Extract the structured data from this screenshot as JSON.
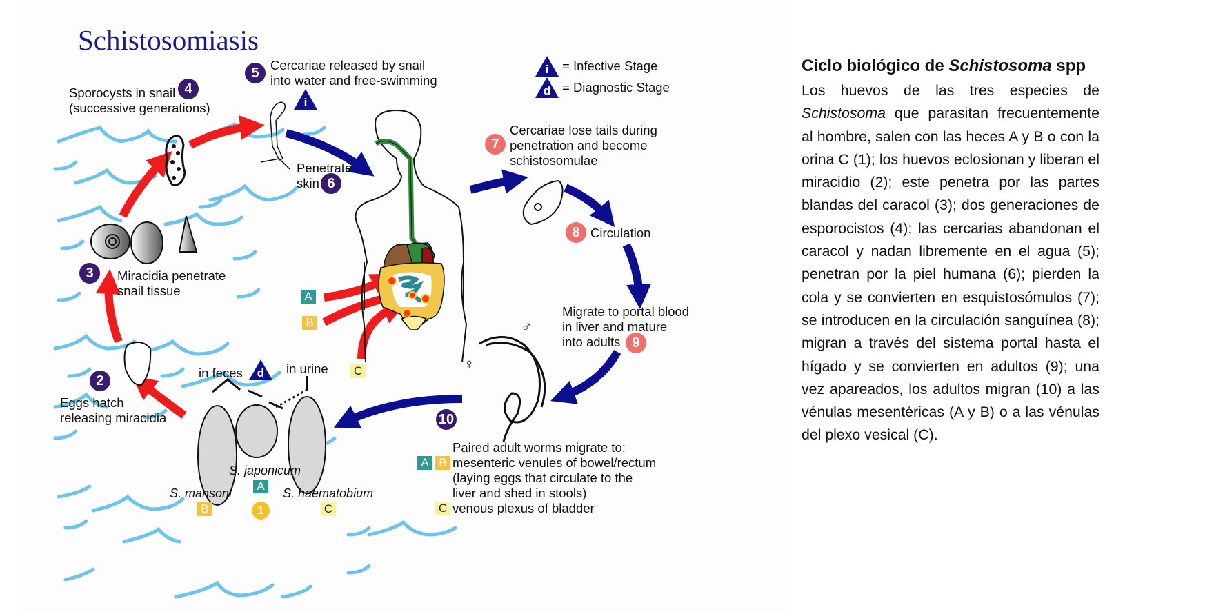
{
  "figure": {
    "title": "Schistosomiasis",
    "colors": {
      "water": "#6cc3ec",
      "red_arrow": "#ee1c1c",
      "blue_arrow": "#0b0f8f",
      "step_purple": "#3a1a6e",
      "step_pink": "#ef6f6c",
      "step_gold": "#f5c023",
      "tag_a": "#2e9a96",
      "tag_b": "#f6c142",
      "tag_c": "#fbf39b",
      "stage_triangle": "#10128a"
    },
    "legend": {
      "infective_symbol": "i",
      "infective_label": "= Infective Stage",
      "diagnostic_symbol": "d",
      "diagnostic_label": "= Diagnostic Stage"
    },
    "steps": [
      {
        "number": "1",
        "label": ""
      },
      {
        "number": "2",
        "label_line1": "Eggs hatch",
        "label_line2": "releasing miracidia"
      },
      {
        "number": "3",
        "label_line1": "Miracidia penetrate",
        "label_line2": "snail tissue"
      },
      {
        "number": "4",
        "label_line1": "Sporocysts in snail",
        "label_line2": "(successive generations)"
      },
      {
        "number": "5",
        "label_line1": "Cercariae released by snail",
        "label_line2": "into water and free-swimming"
      },
      {
        "number": "6",
        "label_line1": "Penetrate",
        "label_line2": "skin"
      },
      {
        "number": "7",
        "label_line1": "Cercariae lose tails during",
        "label_line2": "penetration and become",
        "label_line3": "schistosomulae"
      },
      {
        "number": "8",
        "label_line1": "Circulation"
      },
      {
        "number": "9",
        "label_line1": "Migrate to portal blood",
        "label_line2": "in liver and mature",
        "label_line3": "into adults"
      },
      {
        "number": "10",
        "label_line1": "Paired adult worms migrate to:",
        "label_line2": "mesenteric venules of bowel/rectum",
        "label_line3": "(laying eggs that circulate to the",
        "label_line4": "liver and shed in stools)",
        "label_line5": "venous plexus of bladder"
      }
    ],
    "egg_sources": {
      "feces": "in feces",
      "urine": "in urine",
      "diagnostic_symbol": "d"
    },
    "species": [
      {
        "name": "S. mansoni",
        "tag": "B"
      },
      {
        "name": "S. japonicum",
        "tag": "A"
      },
      {
        "name": "S. haematobium",
        "tag": "C"
      }
    ],
    "body_tags": [
      "A",
      "B",
      "C"
    ],
    "infective_symbol": "i",
    "female_symbol": "♀",
    "male_symbol": "♂"
  },
  "side": {
    "title_prefix": "Ciclo biológico de ",
    "title_italic": "Schistosoma",
    "title_suffix": " spp",
    "body_line1": "Los huevos de las tres especies de ",
    "body_italic": "Schistosoma",
    "body_rest": " que parasitan frecuentemente al hombre, salen con las heces A y B o con la orina C (1); los huevos eclosionan y liberan el miracidio (2); este penetra por las partes blandas del caracol (3); dos generaciones de esporocistos (4); las cercarias abandonan el caracol y nadan libremente en el agua (5); penetran por la piel humana (6); pierden la cola y se convierten en esquistosómulos (7); se introducen en la circulación sanguínea (8); migran a través del sistema portal hasta el hígado y se convierten en adultos (9); una vez apareados, los adultos migran (10) a las vénulas mesentéricas (A y B) o a las vénulas del plexo vesical (C)."
  }
}
